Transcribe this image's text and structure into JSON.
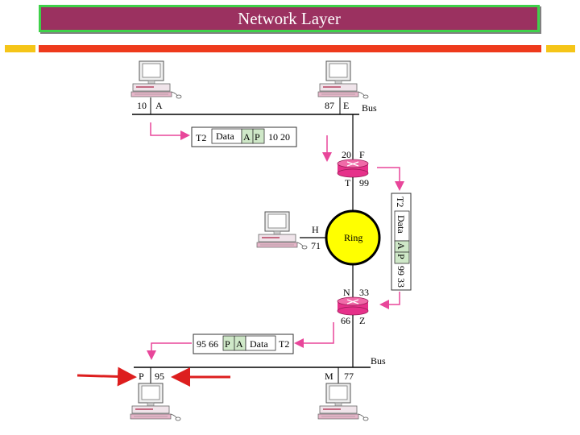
{
  "slide": {
    "title": "Network Layer"
  },
  "colors": {
    "title_bg": "#9b3160",
    "title_border": "#3fd14a",
    "accent_red": "#ee3a1c",
    "accent_yellow": "#f5c518",
    "arrow_pink": "#e8469a",
    "ring_fill": "#ffff00",
    "router_fill": "#e6318a",
    "pointer_red": "#dd1e1e",
    "header_green": "#cfe8c8"
  },
  "diagram": {
    "top_bus": {
      "label": "Bus"
    },
    "bottom_bus": {
      "label": "Bus"
    },
    "hosts": {
      "A": {
        "number": "10",
        "letter": "A"
      },
      "E": {
        "number": "87",
        "letter": "E"
      },
      "H": {
        "number": "71",
        "letter": "H"
      },
      "P": {
        "number": "95",
        "letter": "P"
      },
      "M": {
        "number": "77",
        "letter": "M"
      }
    },
    "router1": {
      "top_number": "20",
      "top_letter": "F",
      "bottom_letter": "T",
      "bottom_number": "99"
    },
    "router2": {
      "top_letter": "N",
      "top_number": "33",
      "bottom_number": "66",
      "bottom_letter": "Z"
    },
    "ring": {
      "label": "Ring"
    },
    "frame1": {
      "trailer": "T2",
      "data": "Data",
      "src": "A",
      "dst": "P",
      "addrs": "10 20"
    },
    "frame2": {
      "trailer": "T2",
      "data": "Data",
      "src": "A",
      "dst": "P",
      "addrs": "99 33"
    },
    "frame3": {
      "addrs": "95 66",
      "dst": "P",
      "src": "A",
      "data": "Data",
      "trailer": "T2"
    }
  }
}
